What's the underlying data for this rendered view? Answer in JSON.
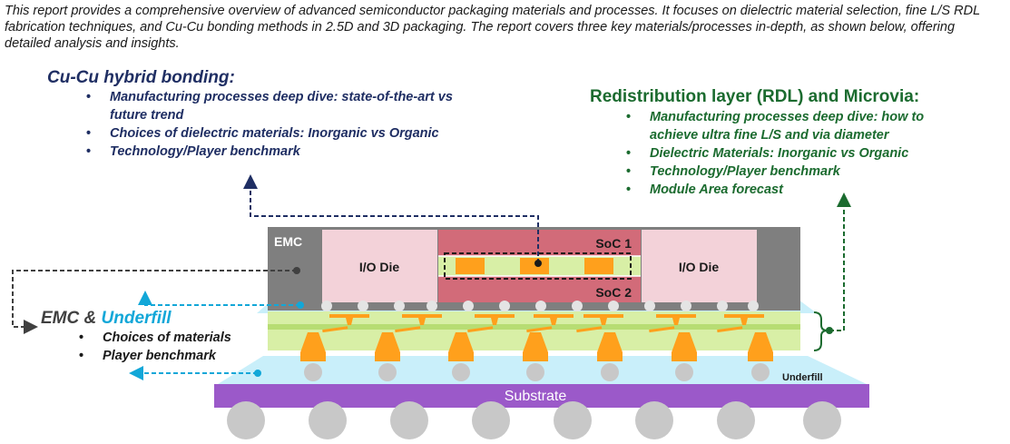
{
  "intro_text": "This report provides a comprehensive overview of advanced semiconductor packaging materials and processes. It focuses on dielectric material selection, fine L/S RDL fabrication techniques, and Cu-Cu bonding methods in 2.5D and 3D packaging. The report covers three key materials/processes in-depth, as shown below, offering detailed analysis and insights.",
  "hybrid_bonding": {
    "title": "Cu-Cu hybrid bonding:",
    "items": [
      "Manufacturing processes deep dive: state-of-the-art vs future trend",
      "Choices of dielectric materials: Inorganic vs Organic",
      "Technology/Player benchmark"
    ]
  },
  "rdl": {
    "title": "Redistribution layer (RDL) and Microvia:",
    "items": [
      "Manufacturing processes deep dive: how to achieve ultra fine L/S and via diameter",
      "Dielectric Materials: Inorganic vs Organic",
      "Technology/Player benchmark",
      "Module Area forecast"
    ]
  },
  "emc_underfill": {
    "title_part1": "EMC",
    "title_part2": " & ",
    "title_part3": "Underfill",
    "items": [
      "Choices of materials",
      "Player benchmark"
    ]
  },
  "diagram": {
    "emc_label": "EMC",
    "io_die_left": "I/O Die",
    "io_die_right": "I/O Die",
    "soc1": "SoC 1",
    "soc2": "SoC 2",
    "underfill_label": "Underfill",
    "substrate_label": "Substrate"
  },
  "colors": {
    "hybrid_text": "#1f2e63",
    "rdl_text": "#1b6b2f",
    "underfill_accent": "#12a7d8",
    "emc_mold": "#7f7f7f",
    "io_die": "#f3d2d9",
    "soc": "#d26b79",
    "rdl_layer": "#d8efa6",
    "copper": "#ffa01c",
    "underfill": "#c9effa",
    "substrate": "#9b59c9",
    "solder_ball": "#c8c8c8"
  }
}
